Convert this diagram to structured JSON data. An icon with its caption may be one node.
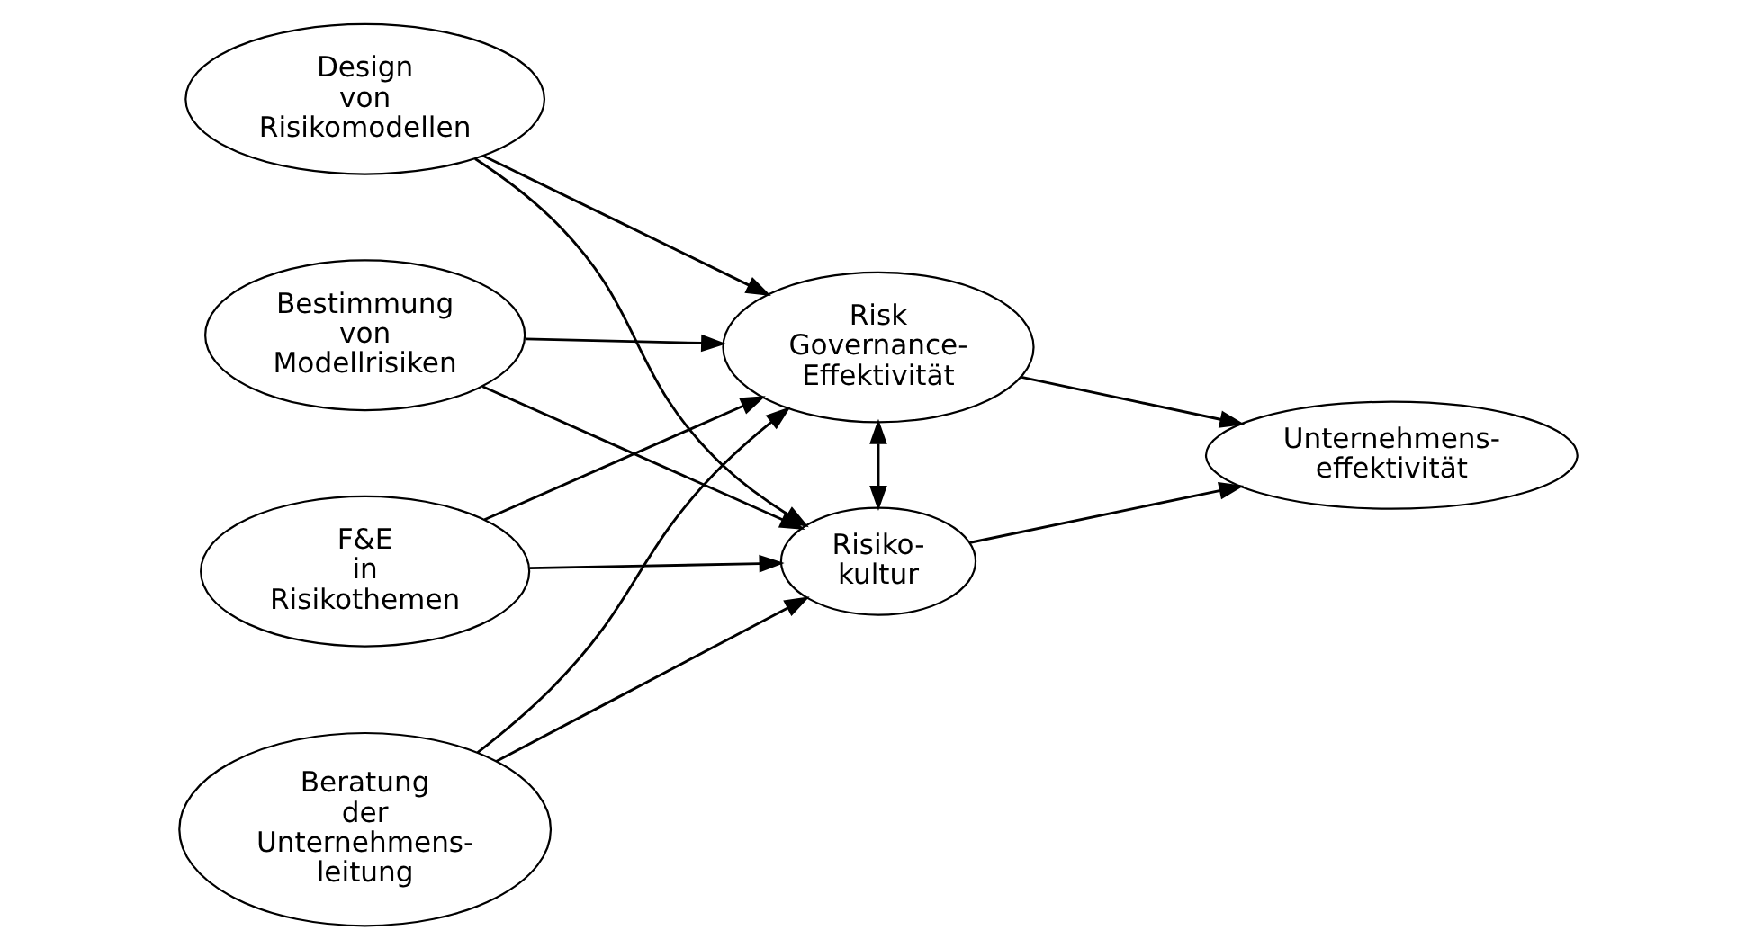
{
  "diagram": {
    "nodes": [
      {
        "text": [
          "Design von Risikomodellen"
        ]
      },
      {
        "text": [
          "Bestimmung von Modellrisiken"
        ]
      },
      {
        "text": [
          "F&E in Risikothemen"
        ]
      },
      {
        "text": [
          "Beratung der Unternehmens- leitung"
        ]
      },
      {
        "text": [
          "Risk Governance- Effektivität"
        ]
      },
      {
        "text": [
          "Risiko- kultur"
        ]
      },
      {
        "text": [
          "Unternehmens- effektivität"
        ]
      }
    ],
    "edges": [
      {
        "from": 0,
        "to": 4,
        "arrow": "to"
      },
      {
        "from": 0,
        "to": 5,
        "arrow": "to"
      },
      {
        "from": 1,
        "to": 4,
        "arrow": "to"
      },
      {
        "from": 1,
        "to": 5,
        "arrow": "to"
      },
      {
        "from": 2,
        "to": 4,
        "arrow": "to"
      },
      {
        "from": 2,
        "to": 5,
        "arrow": "to"
      },
      {
        "from": 3,
        "to": 4,
        "arrow": "to"
      },
      {
        "from": 3,
        "to": 5,
        "arrow": "to"
      },
      {
        "from": 4,
        "to": 5,
        "arrow": "both"
      },
      {
        "from": 4,
        "to": 6,
        "arrow": "to"
      },
      {
        "from": 5,
        "to": 6,
        "arrow": "to"
      }
    ]
  }
}
